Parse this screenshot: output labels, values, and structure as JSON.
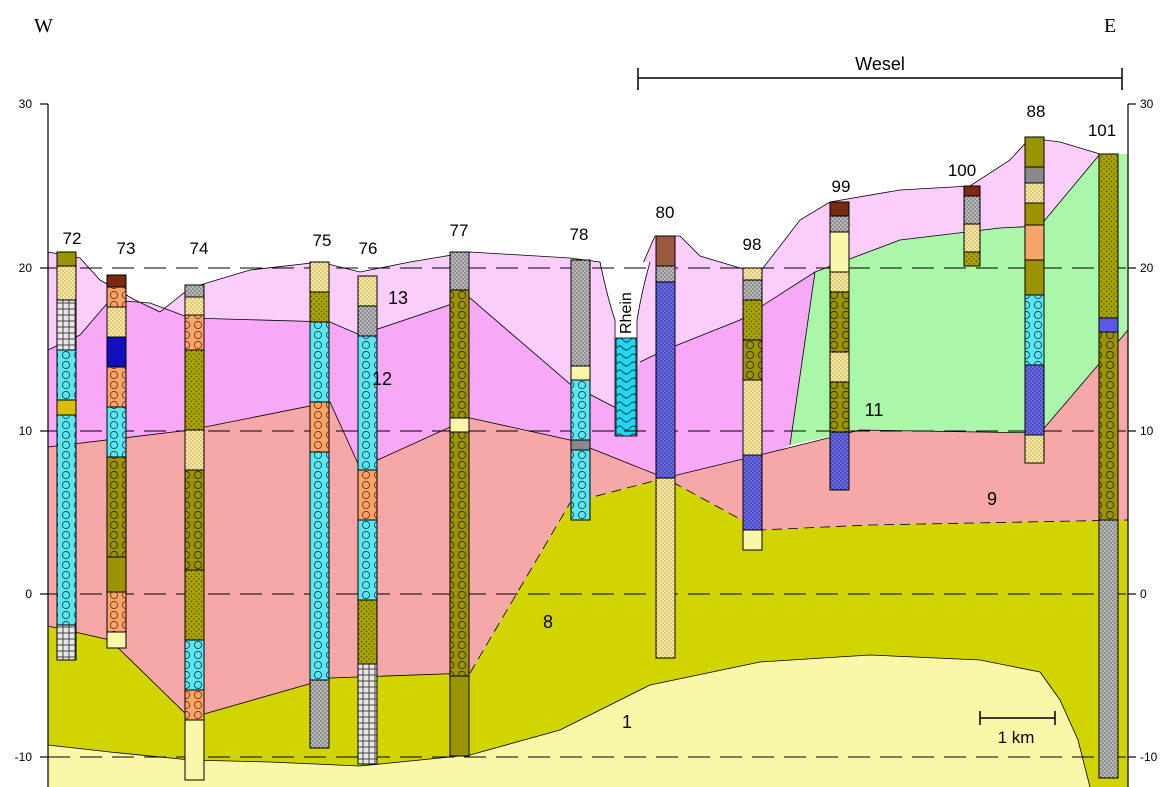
{
  "directions": {
    "west": "W",
    "east": "E"
  },
  "town": "Wesel",
  "river": "Rhein",
  "scale_bar": "1 km",
  "y_axis_ticks": [
    "30",
    "20",
    "10",
    "0",
    "-10"
  ],
  "boreholes": [
    "72",
    "73",
    "74",
    "75",
    "76",
    "77",
    "78",
    "80",
    "98",
    "99",
    "100",
    "88",
    "101"
  ],
  "units": [
    "1",
    "8",
    "9",
    "11",
    "12",
    "13"
  ],
  "colors": {
    "unit_1": "#fbf7a8",
    "unit_8": "#d2d400",
    "unit_9": "#f6a8a8",
    "unit_11": "#aaf7aa",
    "unit_12": "#f7a8f7",
    "unit_13": "#fbcdfb"
  }
}
